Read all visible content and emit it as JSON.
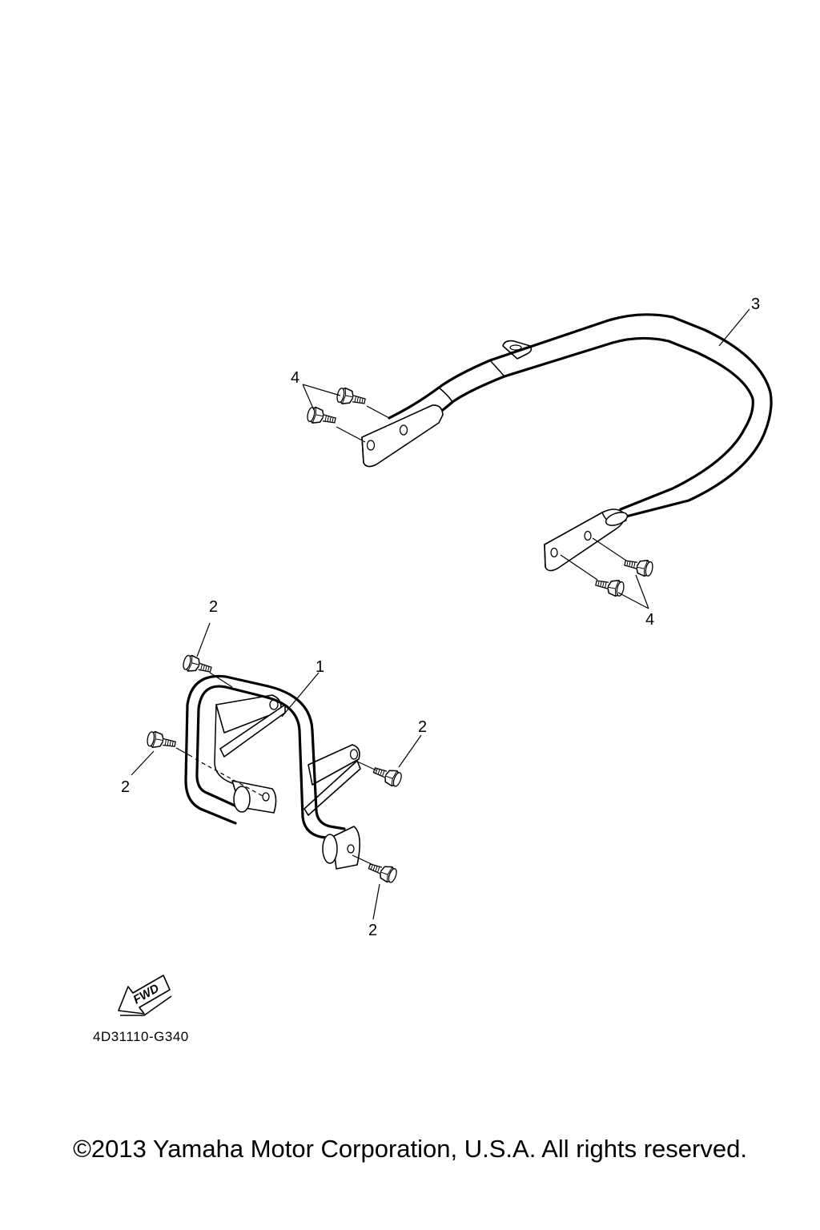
{
  "callouts": {
    "frame_guard": "1",
    "bolt": "2",
    "grab_bar": "3",
    "bolt_pair": "4"
  },
  "fwd_label": "FWD",
  "diagram_code": "4D31110-G340",
  "copyright": "©2013 Yamaha Motor Corporation, U.S.A. All rights reserved."
}
